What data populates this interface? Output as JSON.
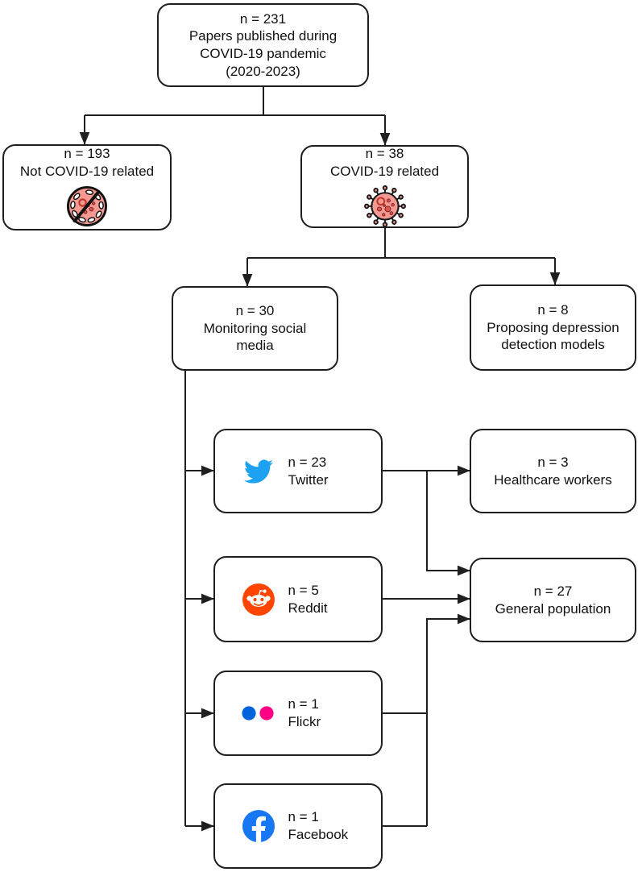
{
  "figure": {
    "type": "flowchart",
    "nodes": {
      "papers": {
        "count": "n = 231",
        "lines": [
          "Papers published during",
          "COVID-19 pandemic",
          "(2020-2023)"
        ]
      },
      "not_covid_related": {
        "count": "n = 193",
        "lines": [
          "Not COVID-19 related"
        ],
        "icon": "no-virus-icon"
      },
      "covid_related": {
        "count": "n = 38",
        "lines": [
          "COVID-19 related"
        ],
        "icon": "virus-icon"
      },
      "monitoring_social_media": {
        "count": "n = 30",
        "lines": [
          "Monitoring social",
          "media"
        ]
      },
      "proposing_models": {
        "count": "n = 8",
        "lines": [
          "Proposing depression",
          "detection models"
        ]
      },
      "twitter": {
        "count": "n = 23",
        "label": "Twitter",
        "icon": "twitter-icon"
      },
      "reddit": {
        "count": "n = 5",
        "label": "Reddit",
        "icon": "reddit-icon"
      },
      "flickr": {
        "count": "n = 1",
        "label": "Flickr",
        "icon": "flickr-icon"
      },
      "facebook": {
        "count": "n = 1",
        "label": "Facebook",
        "icon": "facebook-icon"
      },
      "healthcare_workers": {
        "count": "n = 3",
        "lines": [
          "Healthcare workers"
        ]
      },
      "general_population": {
        "count": "n = 27",
        "lines": [
          "General population"
        ]
      }
    },
    "edges": [
      {
        "from": "papers",
        "to": "not_covid_related"
      },
      {
        "from": "papers",
        "to": "covid_related"
      },
      {
        "from": "covid_related",
        "to": "monitoring_social_media"
      },
      {
        "from": "covid_related",
        "to": "proposing_models"
      },
      {
        "from": "monitoring_social_media",
        "to": "twitter"
      },
      {
        "from": "monitoring_social_media",
        "to": "reddit"
      },
      {
        "from": "monitoring_social_media",
        "to": "flickr"
      },
      {
        "from": "monitoring_social_media",
        "to": "facebook"
      },
      {
        "from": "twitter",
        "to": "healthcare_workers"
      },
      {
        "from": "twitter",
        "to": "general_population"
      },
      {
        "from": "reddit",
        "to": "general_population"
      },
      {
        "from": "flickr",
        "to": "general_population"
      },
      {
        "from": "facebook",
        "to": "general_population"
      }
    ],
    "colors": {
      "outline": "#1f1f1f",
      "twitter": "#1DA1F2",
      "reddit": "#FF4500",
      "reddit_face": "#ffffff",
      "flickr_blue": "#0063DC",
      "flickr_pink": "#FF0084",
      "facebook": "#1877F2",
      "virus_body": "#F59A93",
      "virus_spot": "#D9534F",
      "virus_ring": "#C0392B"
    }
  }
}
